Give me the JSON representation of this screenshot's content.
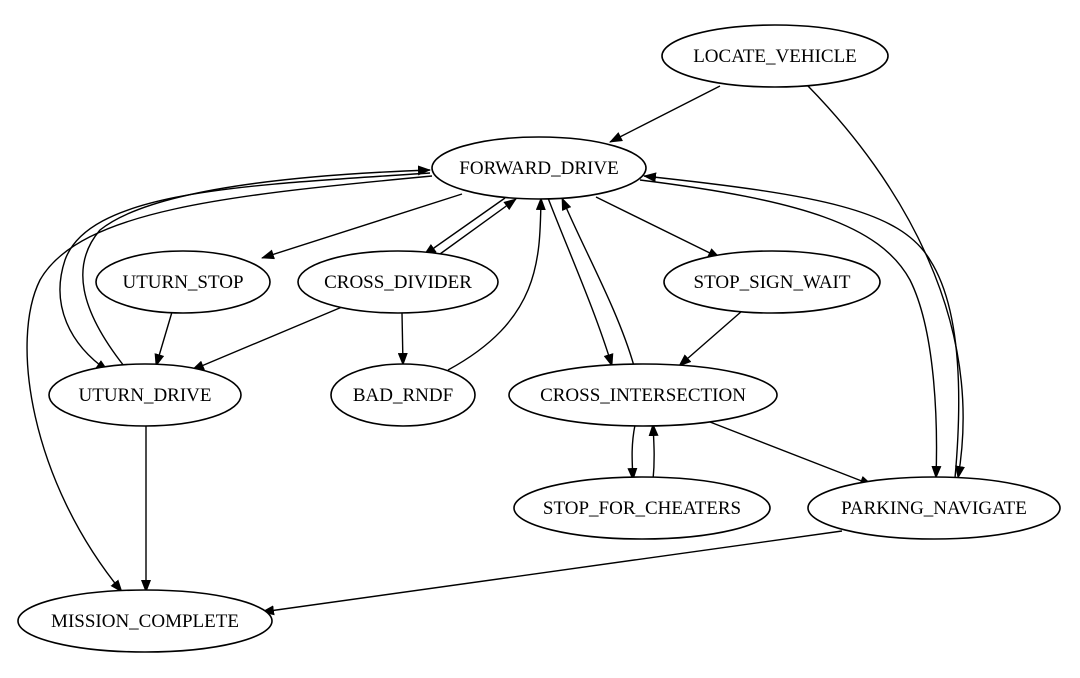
{
  "diagram": {
    "nodes": {
      "locate_vehicle": "LOCATE_VEHICLE",
      "forward_drive": "FORWARD_DRIVE",
      "uturn_stop": "UTURN_STOP",
      "cross_divider": "CROSS_DIVIDER",
      "stop_sign_wait": "STOP_SIGN_WAIT",
      "uturn_drive": "UTURN_DRIVE",
      "bad_rndf": "BAD_RNDF",
      "cross_intersection": "CROSS_INTERSECTION",
      "stop_for_cheaters": "STOP_FOR_CHEATERS",
      "parking_navigate": "PARKING_NAVIGATE",
      "mission_complete": "MISSION_COMPLETE"
    },
    "edges": [
      {
        "from": "LOCATE_VEHICLE",
        "to": "FORWARD_DRIVE"
      },
      {
        "from": "LOCATE_VEHICLE",
        "to": "PARKING_NAVIGATE"
      },
      {
        "from": "FORWARD_DRIVE",
        "to": "UTURN_STOP"
      },
      {
        "from": "FORWARD_DRIVE",
        "to": "CROSS_DIVIDER"
      },
      {
        "from": "FORWARD_DRIVE",
        "to": "STOP_SIGN_WAIT"
      },
      {
        "from": "FORWARD_DRIVE",
        "to": "CROSS_INTERSECTION"
      },
      {
        "from": "FORWARD_DRIVE",
        "to": "PARKING_NAVIGATE"
      },
      {
        "from": "FORWARD_DRIVE",
        "to": "UTURN_DRIVE"
      },
      {
        "from": "FORWARD_DRIVE",
        "to": "MISSION_COMPLETE"
      },
      {
        "from": "UTURN_DRIVE",
        "to": "FORWARD_DRIVE"
      },
      {
        "from": "CROSS_DIVIDER",
        "to": "FORWARD_DRIVE"
      },
      {
        "from": "BAD_RNDF",
        "to": "FORWARD_DRIVE"
      },
      {
        "from": "CROSS_INTERSECTION",
        "to": "FORWARD_DRIVE"
      },
      {
        "from": "PARKING_NAVIGATE",
        "to": "FORWARD_DRIVE"
      },
      {
        "from": "UTURN_STOP",
        "to": "UTURN_DRIVE"
      },
      {
        "from": "CROSS_DIVIDER",
        "to": "UTURN_DRIVE"
      },
      {
        "from": "CROSS_DIVIDER",
        "to": "BAD_RNDF"
      },
      {
        "from": "STOP_SIGN_WAIT",
        "to": "CROSS_INTERSECTION"
      },
      {
        "from": "CROSS_INTERSECTION",
        "to": "STOP_FOR_CHEATERS"
      },
      {
        "from": "STOP_FOR_CHEATERS",
        "to": "CROSS_INTERSECTION"
      },
      {
        "from": "CROSS_INTERSECTION",
        "to": "PARKING_NAVIGATE"
      },
      {
        "from": "UTURN_DRIVE",
        "to": "MISSION_COMPLETE"
      },
      {
        "from": "PARKING_NAVIGATE",
        "to": "MISSION_COMPLETE"
      }
    ]
  }
}
